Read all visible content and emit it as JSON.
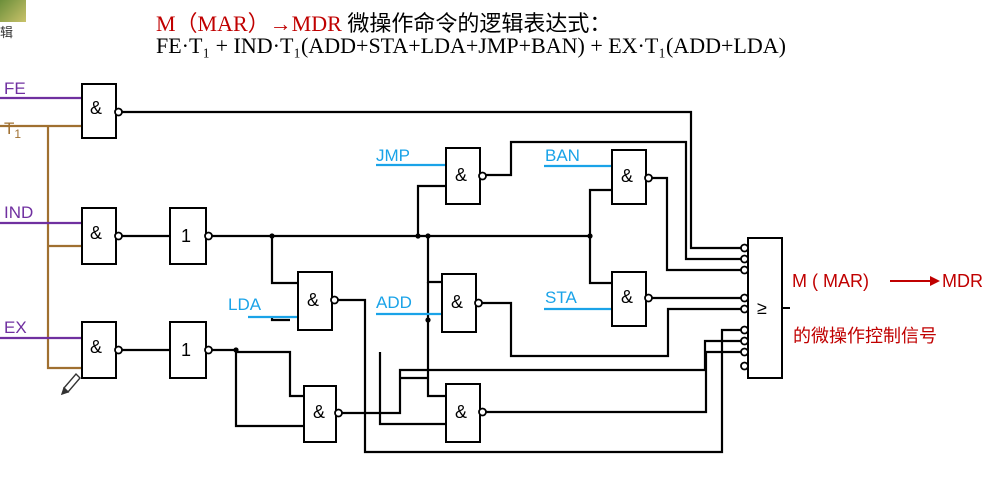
{
  "header": {
    "title_prefix": "M（MAR）→MDR",
    "title_suffix": " 微操作命令的逻辑表达式：",
    "formula": "FE·T₁ + IND·T₁(ADD+STA+LDA+JMP+BAN) + EX·T₁(ADD+LDA)"
  },
  "corner_logo_glyph": "辑",
  "inputs": {
    "fe": "FE",
    "t1_base": "T",
    "t1_sub": "1",
    "ind": "IND",
    "ex": "EX",
    "jmp": "JMP",
    "ban": "BAN",
    "lda": "LDA",
    "add": "ADD",
    "sta": "STA"
  },
  "gates": {
    "and_symbol": "&",
    "not_symbol": "1",
    "or_symbol": "≥"
  },
  "output": {
    "signal": "M ( MAR)",
    "arrow": "⟶",
    "target": "MDR",
    "description": "的微操作控制信号"
  },
  "colors": {
    "title_red": "#c00000",
    "purple_wire": "#7030a0",
    "brown_wire": "#a07030",
    "blue_label": "#1aa3e8",
    "output_red": "#c00000"
  }
}
